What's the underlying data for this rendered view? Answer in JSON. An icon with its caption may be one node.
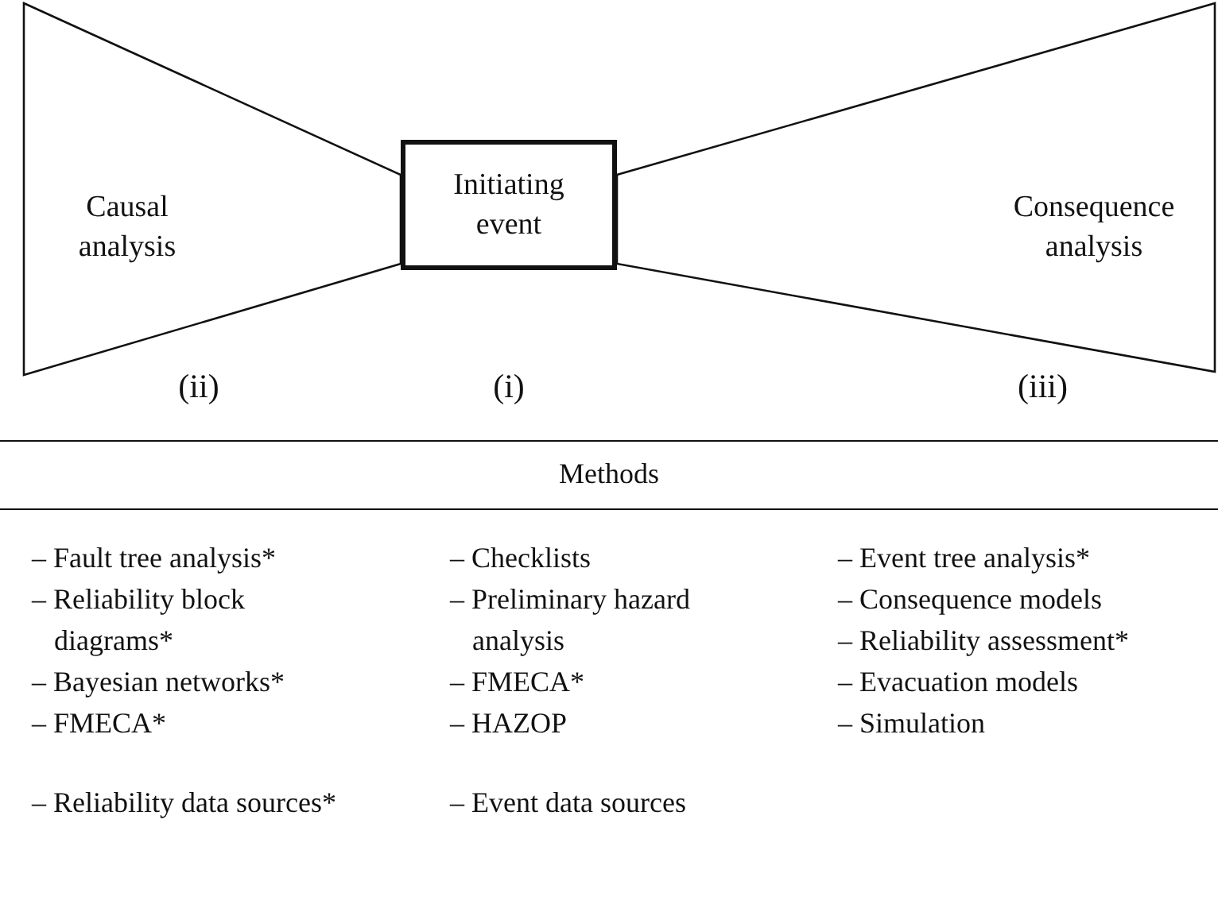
{
  "diagram": {
    "nodes": [
      {
        "text": [
          "Causal analysis"
        ],
        "beside": [
          "(ii)"
        ]
      },
      {
        "text": [
          "Initiating event"
        ],
        "beside": [
          "(i)"
        ]
      },
      {
        "text": [
          "Consequence analysis"
        ],
        "beside": [
          "(iii)"
        ]
      }
    ],
    "labels": [
      "Methods",
      "– Fault tree analysis*",
      "– Reliability block diagrams*",
      "– Bayesian networks*",
      "– FMECA*",
      "– Reliability data sources*",
      "– Checklists",
      "– Preliminary hazard analysis",
      "– FMECA*",
      "– HAZOP",
      "– Event data sources",
      "– Event tree analysis*",
      "– Consequence models",
      "– Reliability assessment*",
      "– Evacuation models",
      "– Simulation"
    ]
  }
}
